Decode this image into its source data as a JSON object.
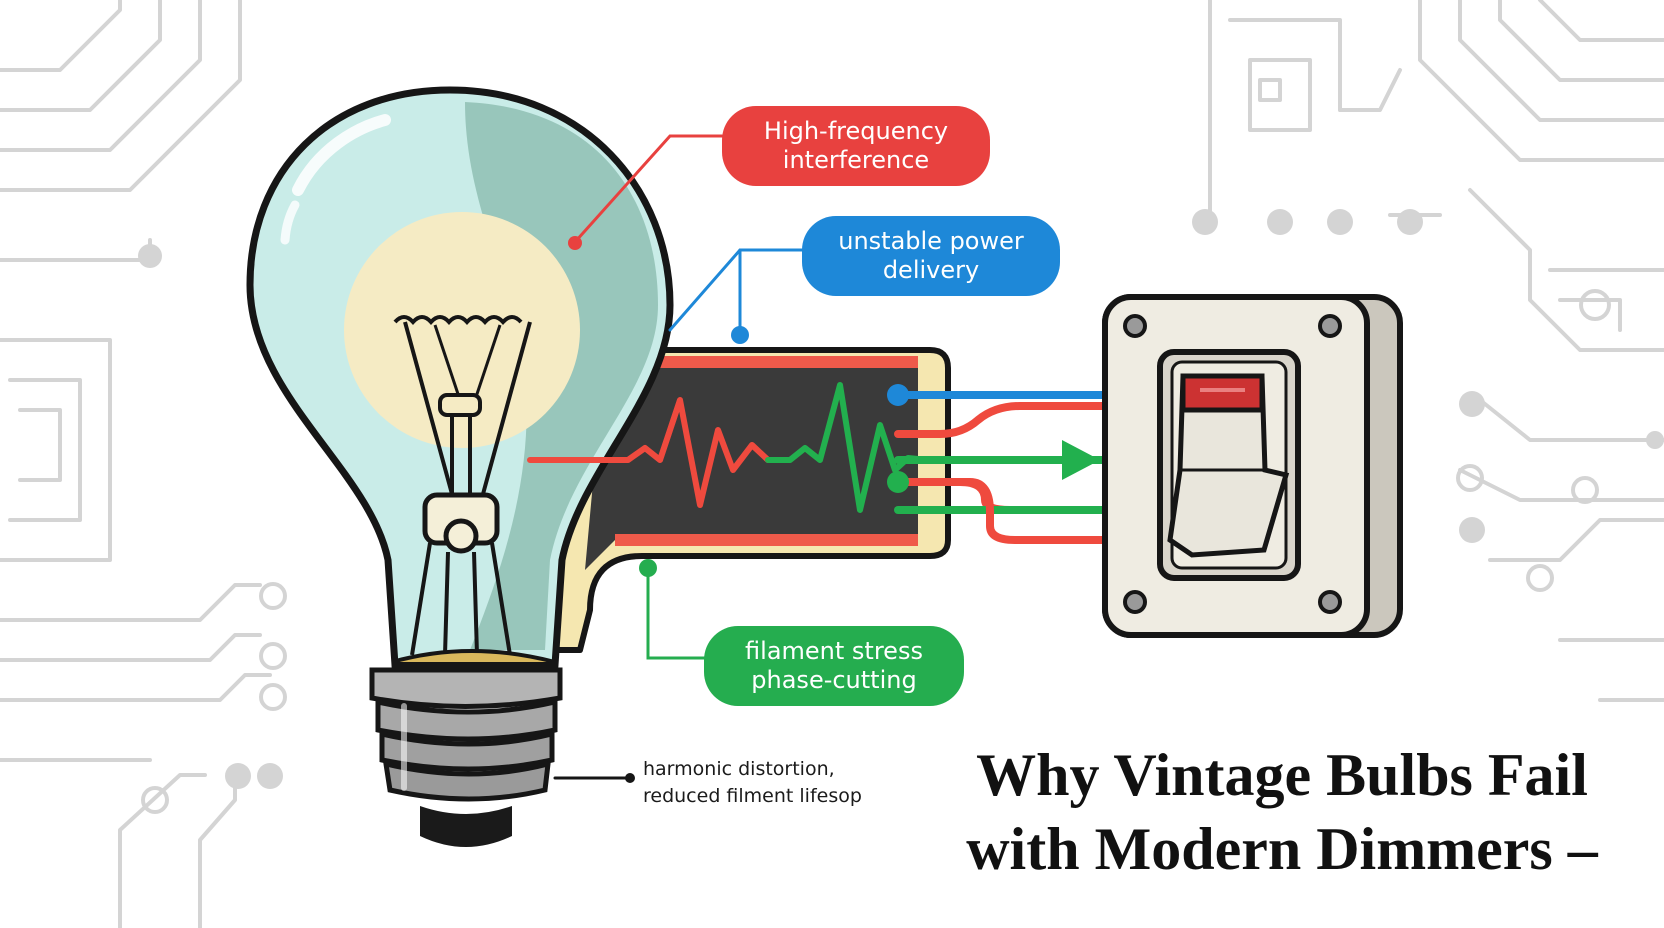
{
  "title": {
    "line1": "Why Vintage Bulbs Fail",
    "line2": "with Modern Dimmers –"
  },
  "callouts": {
    "interference": {
      "line1": "High-frequency",
      "line2": "interference",
      "color": "#e8413f"
    },
    "power": {
      "line1": "unstable power",
      "line2": "delivery",
      "color": "#1e88d8"
    },
    "filament": {
      "line1": "filament stress",
      "line2": "phase-cutting",
      "color": "#25ad4f"
    }
  },
  "note": {
    "line1": "harmonic distortion,",
    "line2": "reduced filment lifesop"
  },
  "icons": [
    "light-bulb-icon",
    "dimmer-switch-icon",
    "waveform-icon",
    "circuit-trace-icon"
  ]
}
